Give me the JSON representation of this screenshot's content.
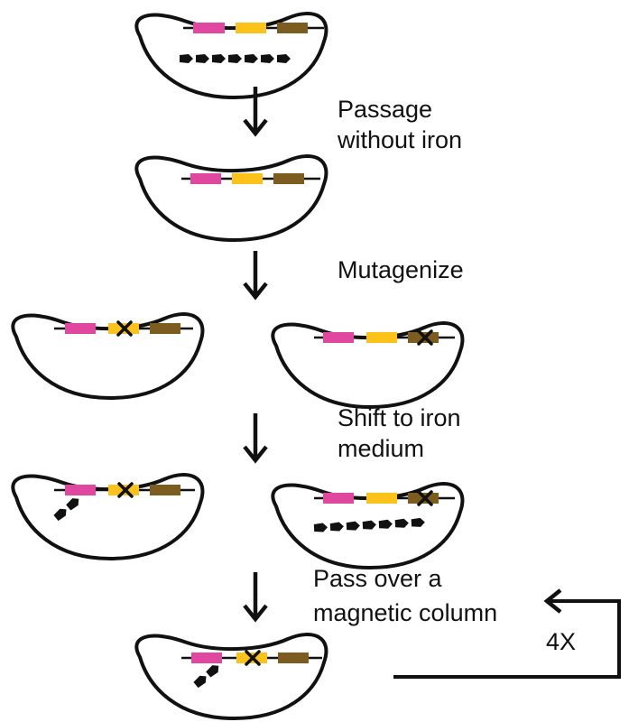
{
  "colors": {
    "gene_1": "#e0489f",
    "gene_2": "#fbc21a",
    "gene_3": "#7d5c1f",
    "ink": "#111111"
  },
  "steps": {
    "step_1": "Passage",
    "step_1b": "without iron",
    "step_2": "Mutagenize",
    "step_3": "Shift to iron",
    "step_3b": "medium",
    "step_4": "Pass over a",
    "step_4b": "magnetic column"
  },
  "loop": {
    "repeat_label": "4X"
  },
  "icons": [
    "bacterium-cell",
    "gene-segment",
    "mutation-x",
    "magnetosome-chain",
    "down-arrow",
    "loop-arrow"
  ]
}
